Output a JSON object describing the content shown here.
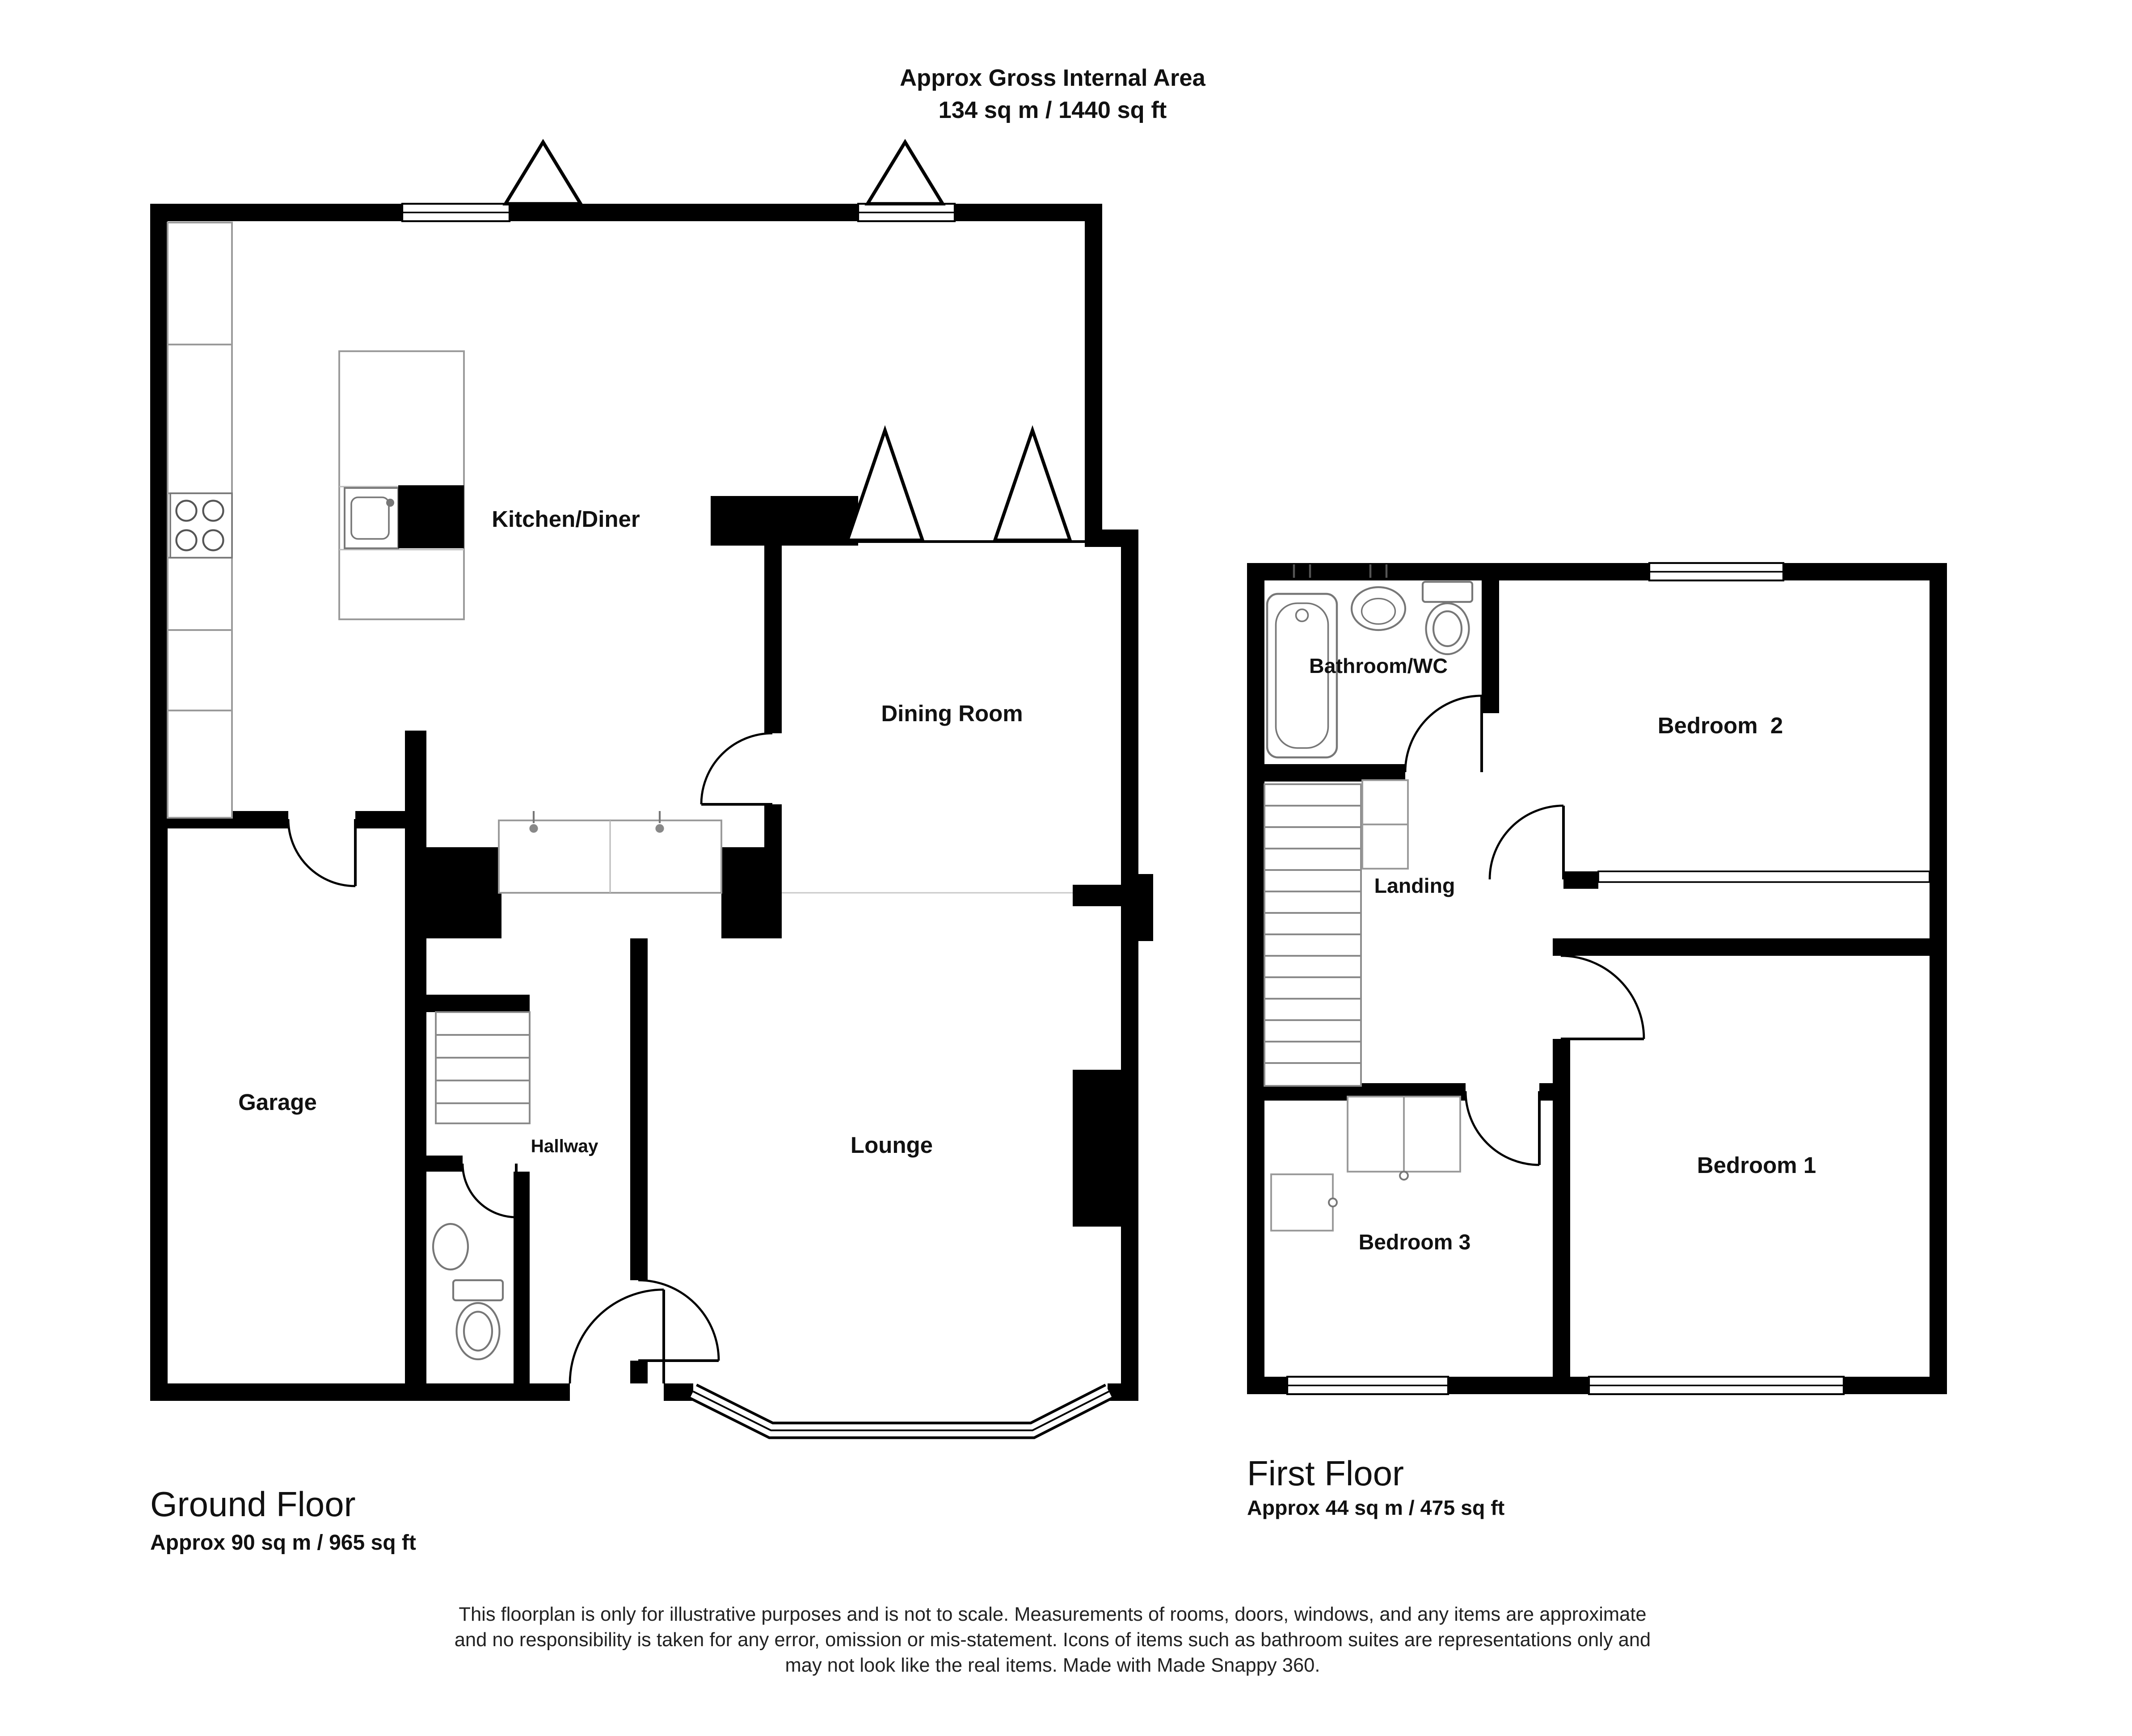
{
  "header": {
    "line1": "Approx Gross Internal Area",
    "line2": "134 sq m / 1440 sq ft"
  },
  "ground_floor": {
    "title": "Ground Floor",
    "area": "Approx 90 sq m / 965 sq ft",
    "rooms": {
      "kitchen": "Kitchen/Diner",
      "dining": "Dining Room",
      "garage": "Garage",
      "hallway": "Hallway",
      "lounge": "Lounge"
    }
  },
  "first_floor": {
    "title": "First Floor",
    "area": "Approx 44 sq m / 475 sq ft",
    "rooms": {
      "bathroom": "Bathroom/WC",
      "bedroom2": "Bedroom  2",
      "landing": "Landing",
      "bedroom3": "Bedroom 3",
      "bedroom1": "Bedroom 1"
    }
  },
  "disclaimer": {
    "lines": [
      "This floorplan is only for illustrative purposes and is not to scale. Measurements of rooms, doors, windows, and any items are approximate",
      "and no responsibility is taken for any error, omission or mis-statement. Icons of items such as bathroom suites are representations only and",
      "may not look like the real items. Made with Made Snappy 360."
    ]
  },
  "colors": {
    "wall": "#000000",
    "background": "#ffffff",
    "fixture": "#8f8f8f"
  }
}
